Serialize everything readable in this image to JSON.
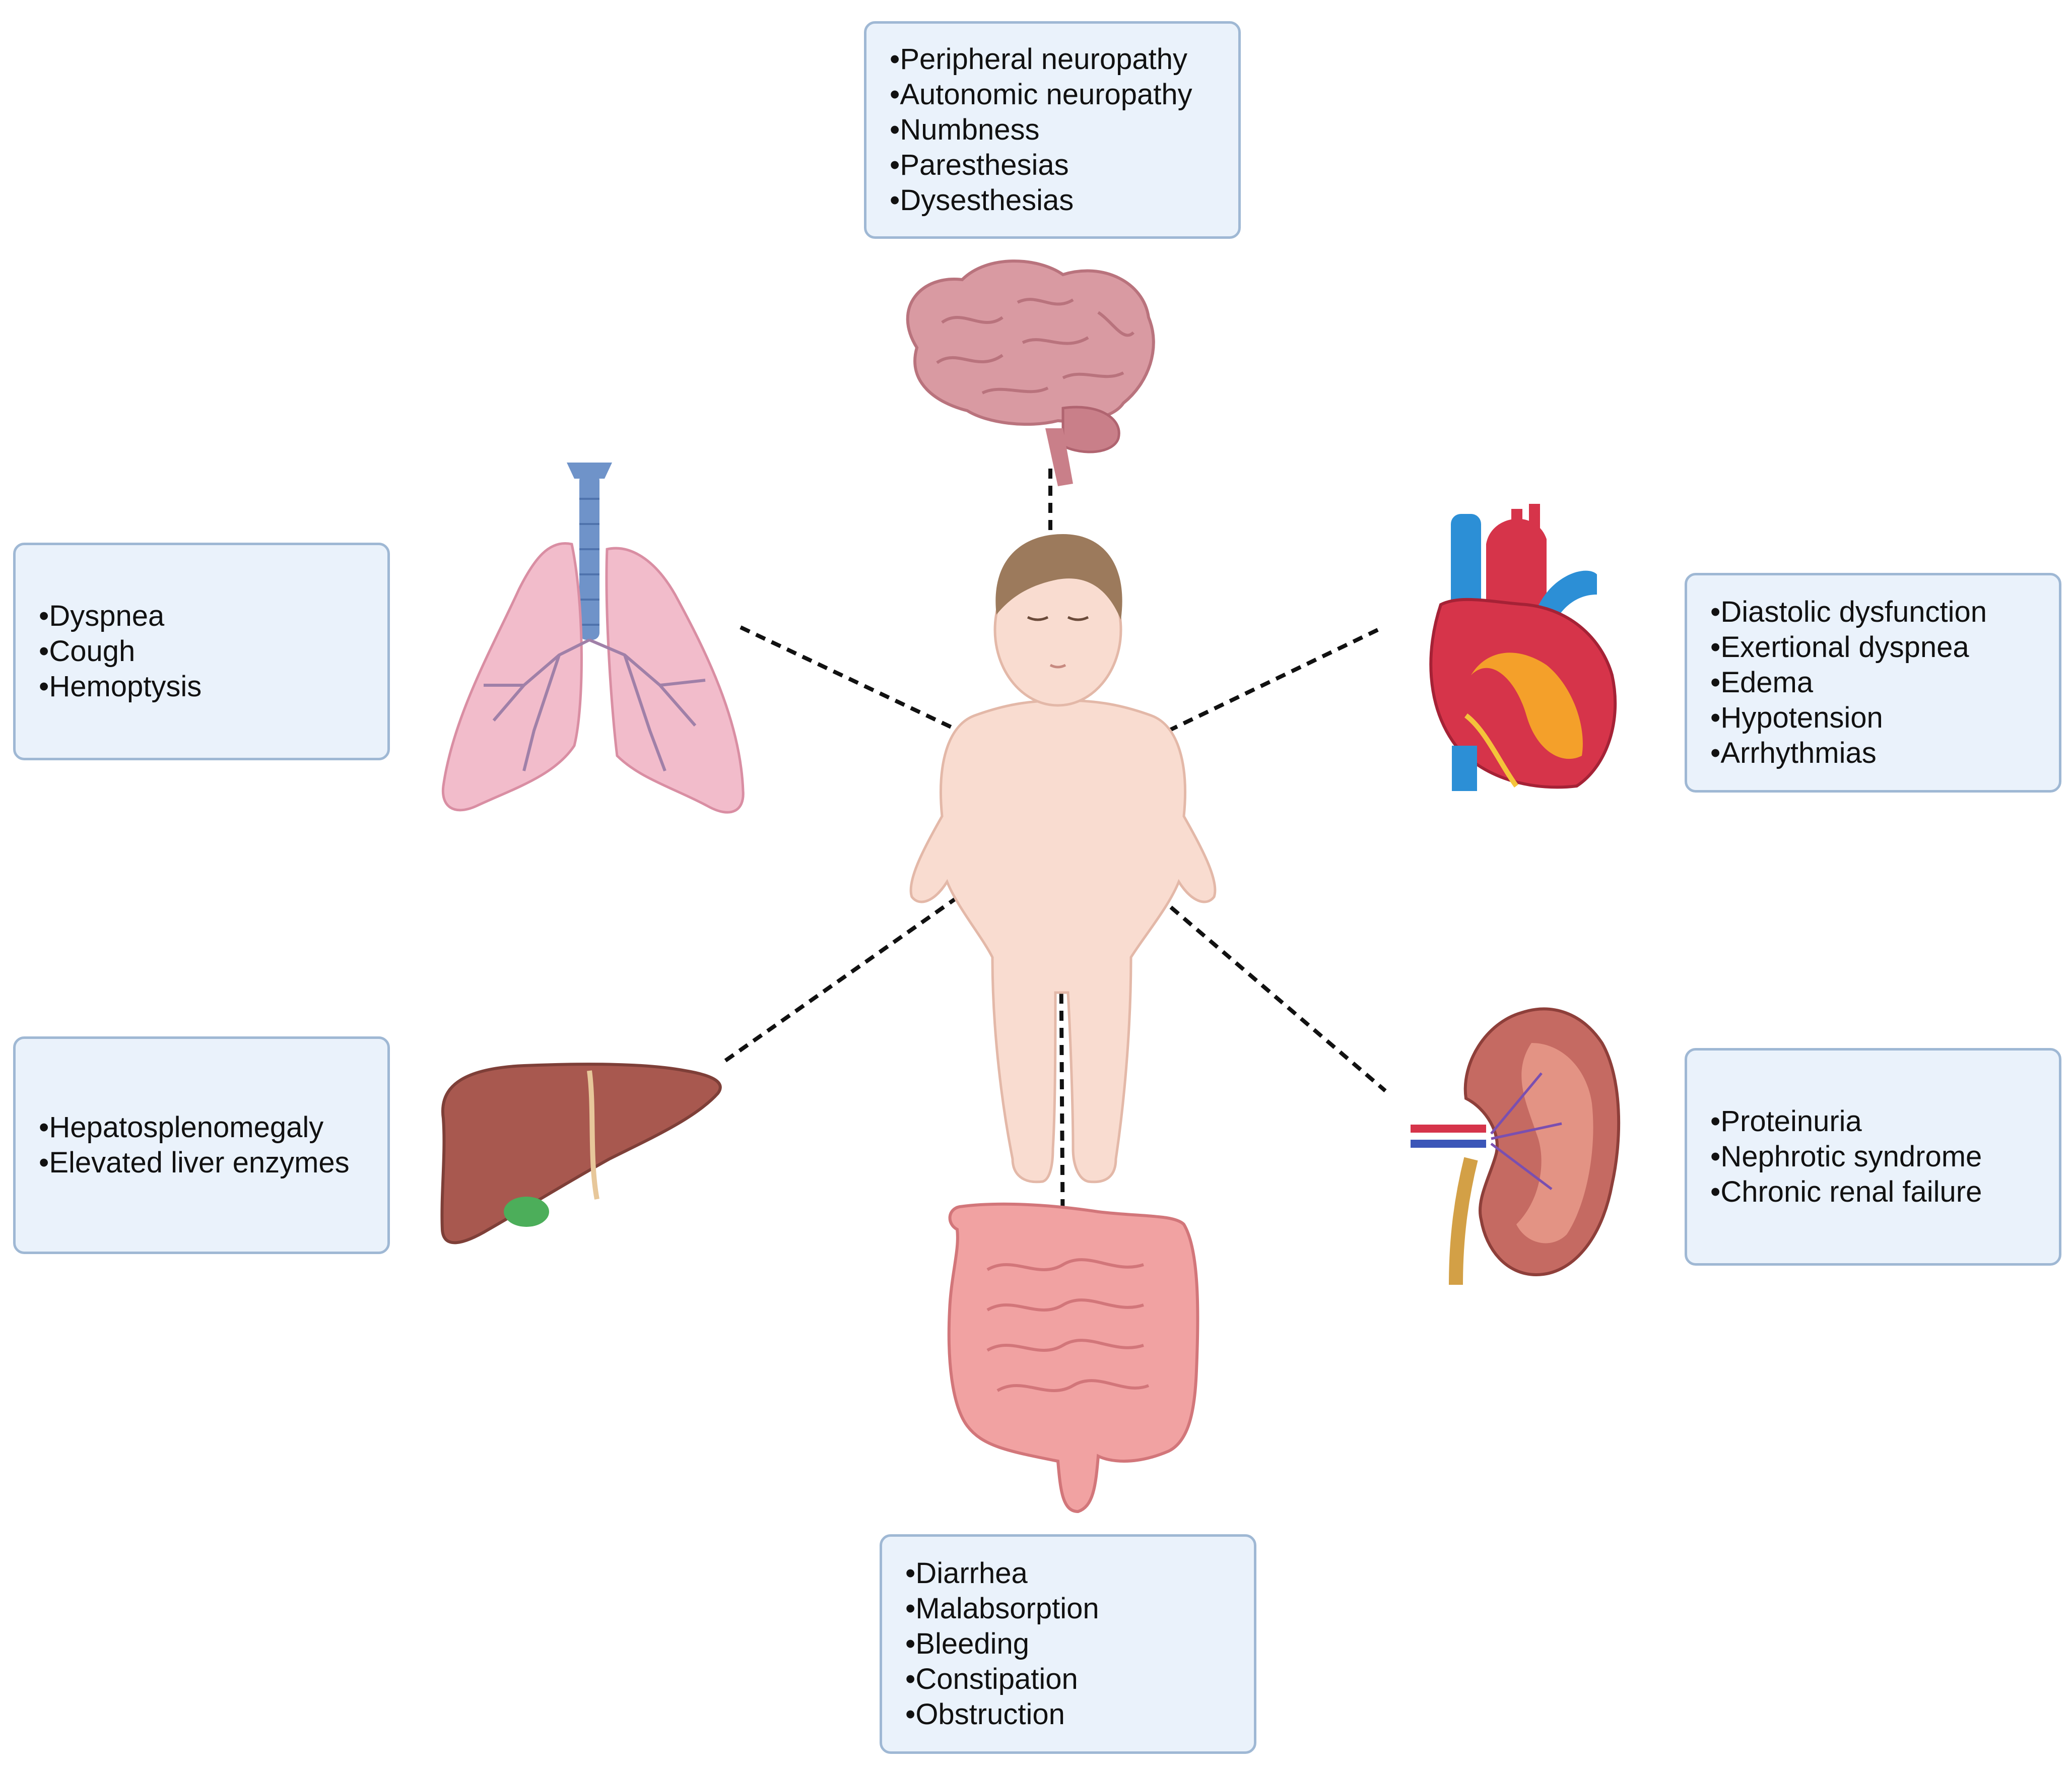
{
  "boxes": {
    "brain": {
      "items": [
        "Peripheral neuropathy",
        "Autonomic neuropathy",
        "Numbness",
        "Paresthesias",
        "Dysesthesias"
      ]
    },
    "lung": {
      "items": [
        "Dyspnea",
        "Cough",
        "Hemoptysis"
      ]
    },
    "heart": {
      "items": [
        "Diastolic dysfunction",
        "Exertional dyspnea",
        "Edema",
        "Hypotension",
        "Arrhythmias"
      ]
    },
    "liver": {
      "items": [
        "Hepatosplenomegaly",
        "Elevated liver enzymes"
      ]
    },
    "kidney": {
      "items": [
        "Proteinuria",
        "Nephrotic syndrome",
        "Chronic renal failure"
      ]
    },
    "intestine": {
      "items": [
        "Diarrhea",
        "Malabsorption",
        "Bleeding",
        "Constipation",
        "Obstruction"
      ]
    }
  },
  "bullet": "•",
  "colors": {
    "box_fill": "#eaf2fb",
    "box_border": "#9fb8d4",
    "brain": "#d99aa2",
    "lung": "#f2bccb",
    "trachea": "#6f93c9",
    "heart": "#d6344a",
    "liver": "#a8584f",
    "kidney": "#c56a62",
    "intestine": "#f1a2a2",
    "skin": "#f9dcd0",
    "hair": "#9c7a5c"
  },
  "icons": [
    "brain-icon",
    "lungs-icon",
    "heart-icon",
    "liver-icon",
    "kidney-icon",
    "intestine-icon",
    "child-figure"
  ]
}
